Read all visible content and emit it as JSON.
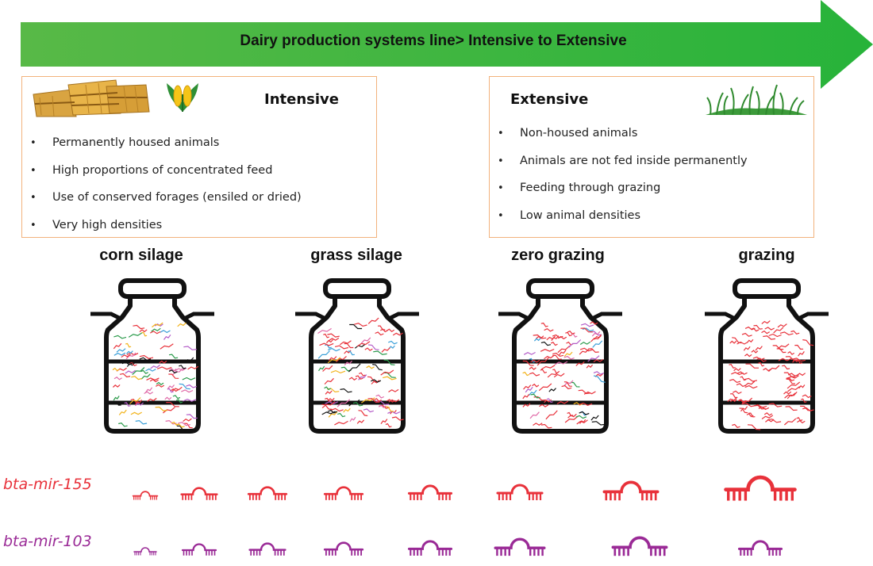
{
  "header": {
    "title": "Dairy production systems line> Intensive to Extensive",
    "arrow_color_start": "#3fae49",
    "arrow_color_end": "#2db53a"
  },
  "intensive": {
    "title": "Intensive",
    "items": [
      "Permanently housed animals",
      "High  proportions of concentrated feed",
      "Use of conserved forages (ensiled or dried)",
      "Very high densities"
    ],
    "icons": [
      "hay-bales-icon",
      "corn-icon"
    ]
  },
  "extensive": {
    "title": "Extensive",
    "items": [
      "Non-housed animals",
      "Animals are not fed inside permanently",
      "Feeding through grazing",
      "Low animal densities"
    ],
    "icons": [
      "grass-icon"
    ]
  },
  "bullet": "•",
  "box_border_color": "#f2b27c",
  "jars": [
    {
      "label": "corn silage",
      "red_share": 0.25
    },
    {
      "label": "grass silage",
      "red_share": 0.5
    },
    {
      "label": "zero grazing",
      "red_share": 0.7
    },
    {
      "label": "grazing",
      "red_share": 1.0
    }
  ],
  "mirna": [
    {
      "name": "bta-mir-155",
      "color": "#e8313a",
      "sizes": [
        0.55,
        0.8,
        0.85,
        0.85,
        0.95,
        1.0,
        1.2,
        1.55
      ]
    },
    {
      "name": "bta-mir-103",
      "color": "#9a2a96",
      "sizes": [
        0.5,
        0.75,
        0.8,
        0.85,
        0.95,
        1.1,
        1.2,
        0.95
      ]
    }
  ],
  "strand_colors": [
    "#e8313a",
    "#3a9fd8",
    "#f2b31a",
    "#b45cc8",
    "#2a9a4a",
    "#111111",
    "#e06aa8"
  ]
}
